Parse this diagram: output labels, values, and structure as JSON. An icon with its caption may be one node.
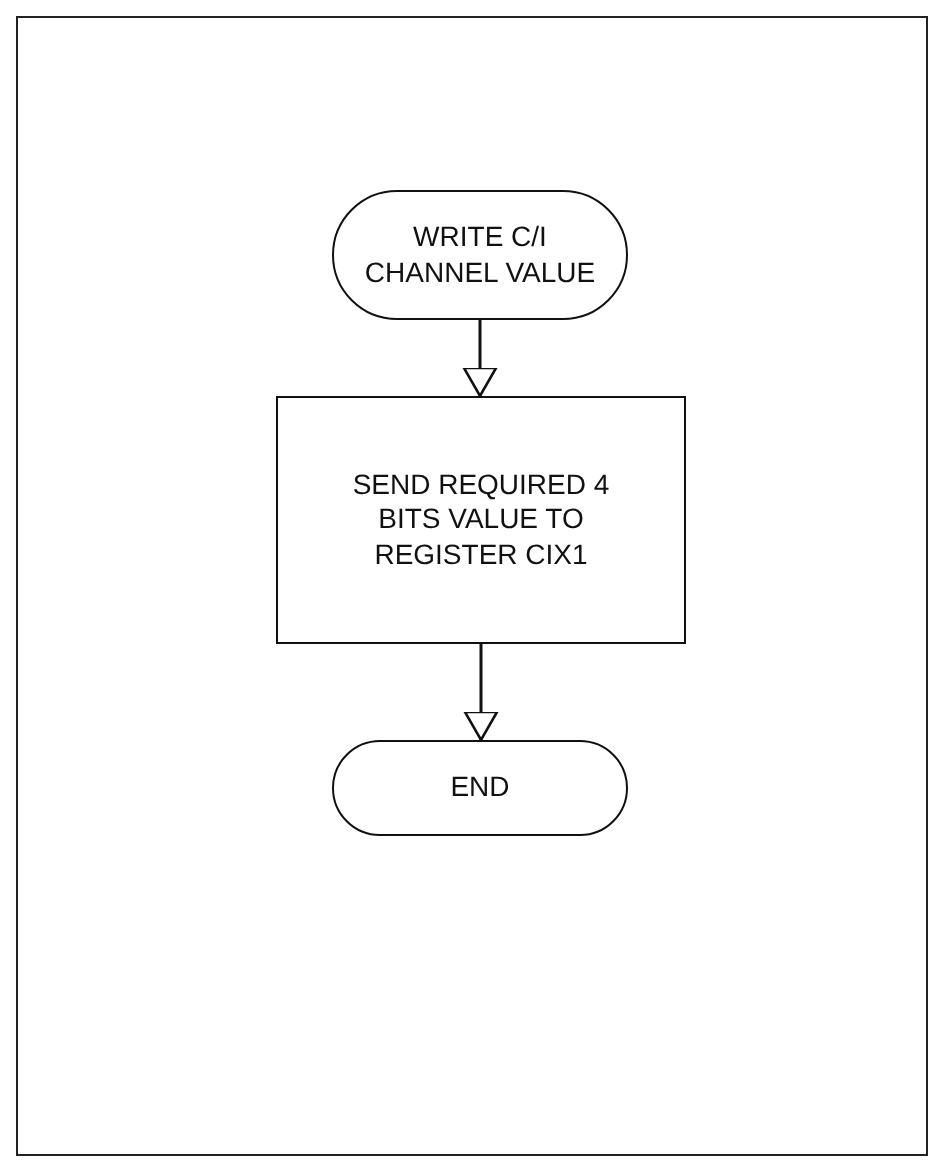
{
  "diagram": {
    "nodes": [
      {
        "text": [
          "WRITE C/I CHANNEL VALUE"
        ]
      },
      {
        "text": [
          "SEND REQUIRED 4 BITS VALUE TO REGISTER CIX1"
        ]
      },
      {
        "text": [
          "END"
        ]
      }
    ],
    "edges": [
      {
        "from": 0,
        "to": 1,
        "arrow": "to"
      },
      {
        "from": 1,
        "to": 2,
        "arrow": "to"
      }
    ]
  }
}
